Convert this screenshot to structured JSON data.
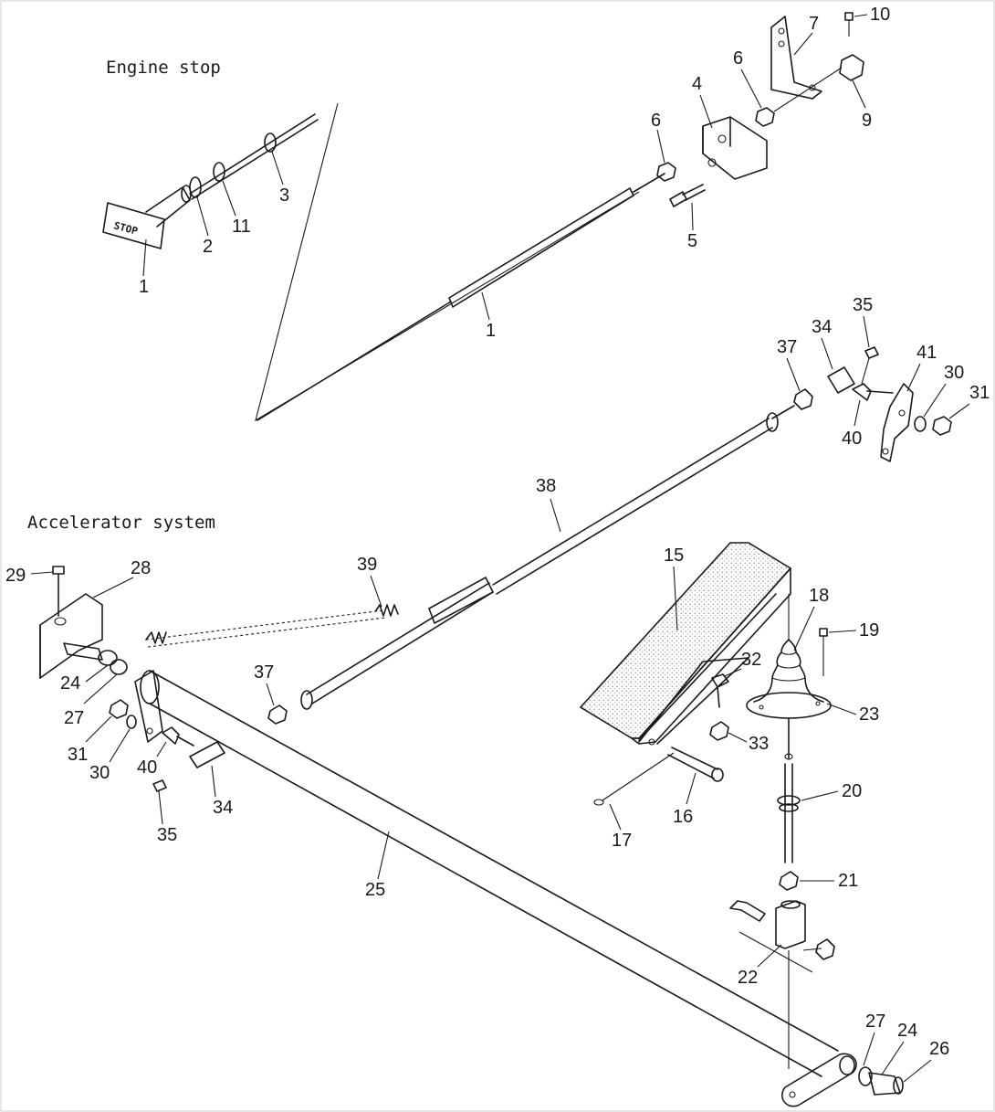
{
  "sections": {
    "engine_stop": "Engine stop",
    "accelerator_system": "Accelerator system"
  },
  "stop_plate_text": "STOP",
  "callouts": {
    "c1a": "1",
    "c1b": "1",
    "c2": "2",
    "c3": "3",
    "c11": "11",
    "c4": "4",
    "c5": "5",
    "c6a": "6",
    "c6b": "6",
    "c7": "7",
    "c9": "9",
    "c10": "10",
    "c35a": "35",
    "c34a": "34",
    "c37a": "37",
    "c41": "41",
    "c30a": "30",
    "c31a": "31",
    "c40a": "40",
    "c38": "38",
    "c39": "39",
    "c28": "28",
    "c29": "29",
    "c24a": "24",
    "c27a": "27",
    "c31b": "31",
    "c30b": "30",
    "c40b": "40",
    "c34b": "34",
    "c35b": "35",
    "c37b": "37",
    "c15": "15",
    "c18": "18",
    "c19": "19",
    "c32": "32",
    "c23": "23",
    "c33": "33",
    "c20": "20",
    "c16": "16",
    "c17": "17",
    "c25": "25",
    "c21": "21",
    "c22": "22",
    "c27b": "27",
    "c24b": "24",
    "c26": "26"
  }
}
